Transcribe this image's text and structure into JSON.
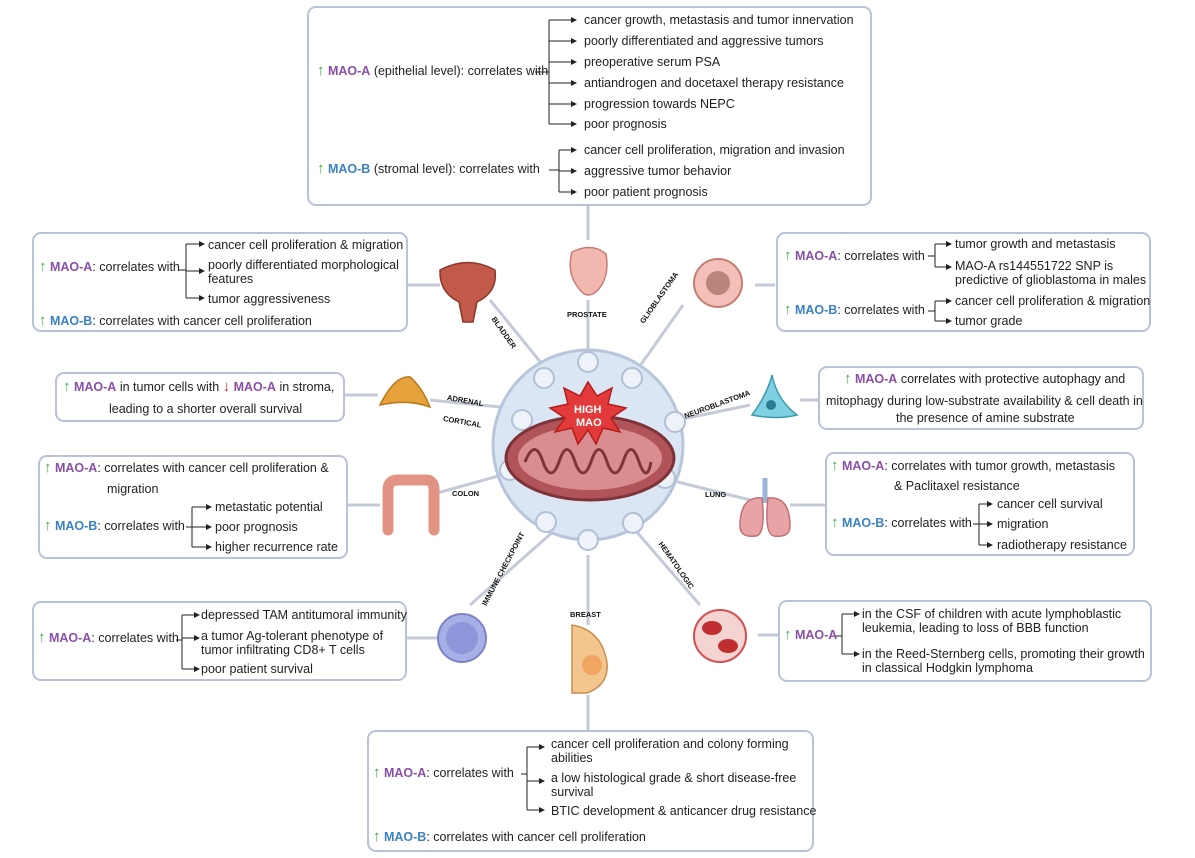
{
  "center": {
    "label1": "HIGH",
    "label2": "MAO"
  },
  "organs": {
    "prostate": "PROSTATE",
    "glioblastoma": "GLIOBLASTOMA",
    "bladder": "BLADDER",
    "adrenal1": "ADRENAL",
    "adrenal2": "CORTICAL",
    "neuroblastoma": "NEUROBLASTOMA",
    "colon": "COLON",
    "lung": "LUNG",
    "immune": "IMMUNE CHECKPOINT",
    "breast": "BREAST",
    "hematologic": "HEMATOLOGIC"
  },
  "prostate": {
    "a_label": "MAO-A",
    "a_text": " (epithelial level): correlates with",
    "a_items": [
      "cancer growth, metastasis and tumor innervation",
      "poorly differentiated and aggressive tumors",
      "preoperative serum PSA",
      "antiandrogen and docetaxel therapy resistance",
      "progression towards NEPC",
      "poor prognosis"
    ],
    "b_label": "MAO-B",
    "b_text": " (stromal level): correlates with",
    "b_items": [
      "cancer cell proliferation, migration and invasion",
      "aggressive tumor behavior",
      "poor patient prognosis"
    ]
  },
  "bladder": {
    "a_label": "MAO-A",
    "a_text": ": correlates with",
    "a_items": [
      "cancer cell proliferation & migration",
      "poorly differentiated morphological features",
      "tumor aggressiveness"
    ],
    "b_label": "MAO-B",
    "b_text": ": correlates with cancer cell proliferation"
  },
  "glioblastoma": {
    "a_label": "MAO-A",
    "a_text": ": correlates with",
    "a_items": [
      "tumor growth and metastasis",
      "MAO-A rs144551722 SNP is predictive of glioblastoma in males"
    ],
    "b_label": "MAO-B",
    "b_text": ": correlates with",
    "b_items": [
      "cancer cell proliferation & migration",
      "tumor grade"
    ]
  },
  "adrenal": {
    "label1": "MAO-A",
    "text1": " in tumor cells with ",
    "label2": "MAO-A",
    "text2": " in stroma,",
    "line2": "leading to a shorter overall survival"
  },
  "neuroblastoma": {
    "label": "MAO-A",
    "text1": " correlates with protective autophagy and",
    "line2": "mitophagy during low-substrate availability & cell death in",
    "line3": "the presence of amine substrate"
  },
  "colon": {
    "a_label": "MAO-A",
    "a_text": ": correlates with cancer cell proliferation &",
    "a_line2": "migration",
    "b_label": "MAO-B",
    "b_text": ": correlates with",
    "b_items": [
      "metastatic potential",
      "poor prognosis",
      "higher recurrence rate"
    ]
  },
  "lung": {
    "a_label": "MAO-A",
    "a_text": ": correlates with tumor growth, metastasis",
    "a_line2": "& Paclitaxel resistance",
    "b_label": "MAO-B",
    "b_text": ": correlates with",
    "b_items": [
      "cancer cell survival",
      "migration",
      "radiotherapy resistance"
    ]
  },
  "immune": {
    "a_label": "MAO-A",
    "a_text": ": correlates with",
    "a_items": [
      "depressed TAM antitumoral immunity",
      "a tumor Ag-tolerant phenotype of tumor infiltrating CD8+ T cells",
      "poor patient survival"
    ]
  },
  "hematologic": {
    "label": "MAO-A",
    "items": [
      "in the CSF of children with acute lymphoblastic leukemia, leading to loss of BBB function",
      "in the Reed-Sternberg cells, promoting their growth in classical Hodgkin lymphoma"
    ]
  },
  "breast": {
    "a_label": "MAO-A",
    "a_text": ": correlates with",
    "a_items": [
      "cancer cell proliferation and colony forming abilities",
      "a low histological grade & short disease-free survival",
      "BTIC development & anticancer drug resistance"
    ],
    "b_label": "MAO-B",
    "b_text": ": correlates with cancer cell proliferation"
  },
  "arrows": {
    "up": "↑",
    "down": "↓"
  },
  "colors": {
    "mao_a": "#8a4fa6",
    "mao_b": "#3a82c3",
    "up": "#3fae3f",
    "down": "#e0262b",
    "border": "#b9c3d8"
  }
}
